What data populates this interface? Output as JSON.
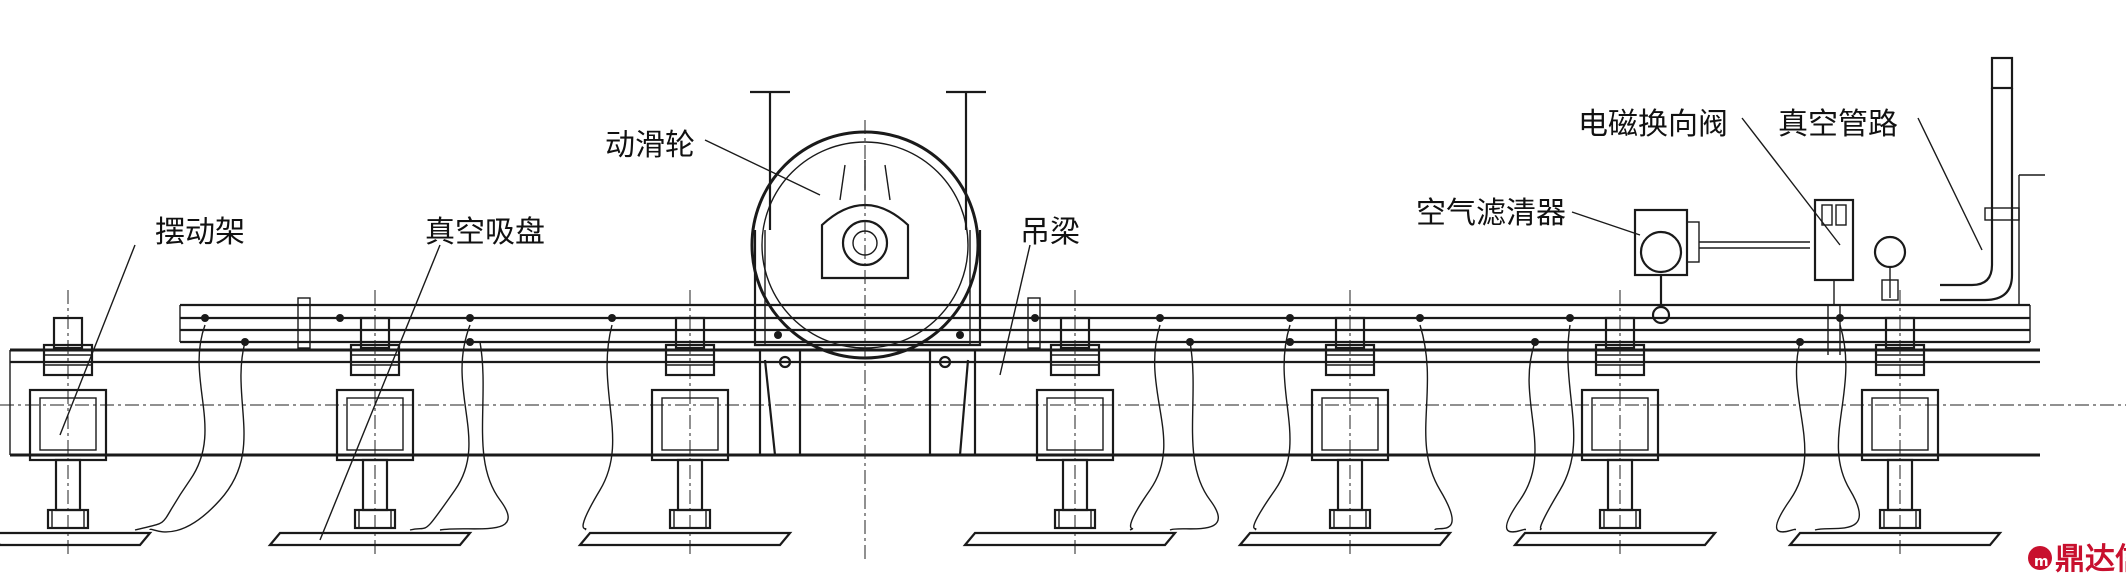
{
  "labels": {
    "swing_frame": "摆动架",
    "vacuum_cup": "真空吸盘",
    "pulley": "动滑轮",
    "beam": "吊梁",
    "air_filter": "空气滤清器",
    "solenoid_valve": "电磁换向阀",
    "vacuum_pipe": "真空管路"
  },
  "watermark": {
    "text": "鼎达信",
    "color": "#c8102e"
  }
}
